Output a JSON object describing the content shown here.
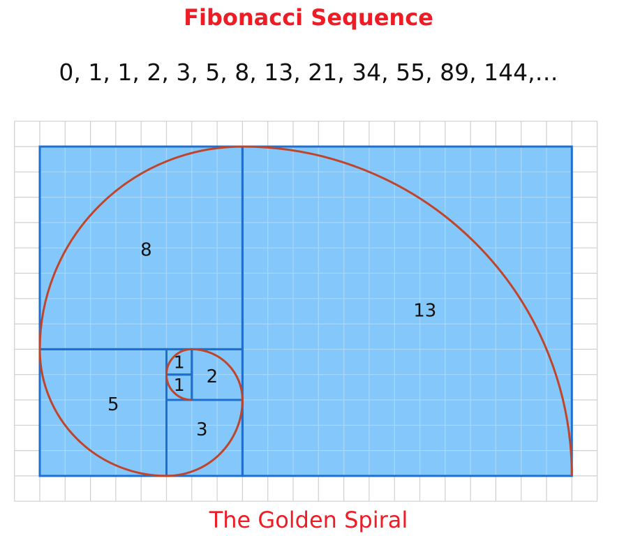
{
  "title": "Fibonacci Sequence",
  "sequence_text": "0, 1, 1, 2, 3, 5, 8, 13, 21, 34, 55, 89, 144,…",
  "caption": "The Golden Spiral",
  "colors": {
    "title": "#ee1c25",
    "caption": "#ee1c25",
    "fill": "#84c7fa",
    "square_border": "#1f6fd0",
    "spiral": "#c0442a",
    "grid": "#cfcfcf"
  },
  "squares": [
    {
      "id": "sq-13",
      "label": "13",
      "size": 13
    },
    {
      "id": "sq-8",
      "label": "8",
      "size": 8
    },
    {
      "id": "sq-5",
      "label": "5",
      "size": 5
    },
    {
      "id": "sq-3",
      "label": "3",
      "size": 3
    },
    {
      "id": "sq-2",
      "label": "2",
      "size": 2
    },
    {
      "id": "sq-1a",
      "label": "1",
      "size": 1
    },
    {
      "id": "sq-1b",
      "label": "1",
      "size": 1
    }
  ]
}
